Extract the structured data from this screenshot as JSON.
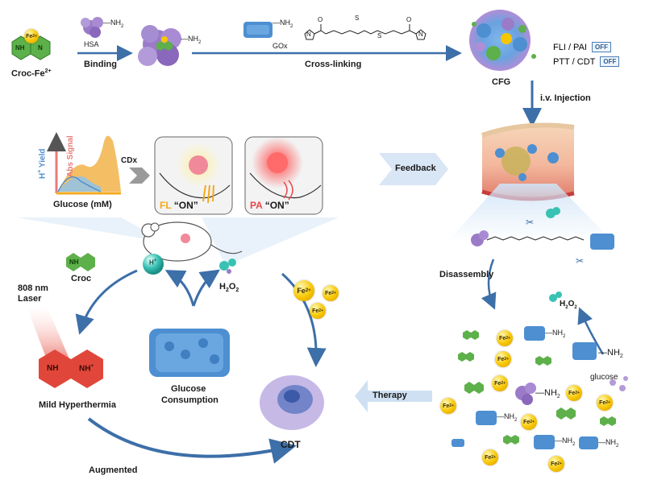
{
  "colors": {
    "hexagon_green": "#5db04a",
    "hexagon_red": "#e0473a",
    "protein_blue": "#4d8fd1",
    "protein_purple": "#9b7bc8",
    "fe_yellow": "#f7c600",
    "arrow_blue": "#3d6fa8",
    "fl_color": "#f2a91c",
    "pa_color": "#e8474a"
  },
  "top_row": {
    "croc_fe_label": "Croc-Fe",
    "croc_fe_sup": "2+",
    "fe_badge": "Fe",
    "fe_badge_sup": "2+",
    "nh_text": "NH",
    "n_text": "N",
    "hsa_label": "HSA",
    "nh2_text": "NH",
    "nh2_sub": "2",
    "binding_label": "Binding",
    "gox_label": "GOx",
    "crosslinking_label": "Cross-linking",
    "s_text": "S",
    "o_text": "O",
    "n_atom": "N",
    "cfg_label": "CFG"
  },
  "toggles": [
    {
      "label": "FLI / PAI",
      "state": "OFF"
    },
    {
      "label": "PTT / CDT",
      "state": "OFF"
    }
  ],
  "arrows": {
    "iv_injection": "i.v. Injection",
    "feedback": "Feedback",
    "therapy": "Therapy",
    "augmented": "Augmented",
    "disassembly": "Disassembly"
  },
  "graph_panel": {
    "y_left": "H",
    "y_left_sup": "+",
    "y_left_suffix": " Yield",
    "y_right": "Abs Signal",
    "x_label": "Glucose (mM)",
    "cdx": "CDx"
  },
  "imaging": {
    "fl_prefix": "FL",
    "fl_on": "“ON”",
    "pa_prefix": "PA",
    "pa_on": "“ON”"
  },
  "cycle": {
    "croc_label": "Croc",
    "h_plus": "H",
    "h_plus_sup": "+",
    "h2o2": "H",
    "h2o2_sub1": "2",
    "h2o2_o": "O",
    "h2o2_sub2": "2",
    "laser_808": "808 nm",
    "laser_word": "Laser",
    "nh_plus": "NH",
    "nh_plus_sup": "+",
    "mild_hyperthermia": "Mild Hyperthermia",
    "glucose_consumption_1": "Glucose",
    "glucose_consumption_2": "Consumption",
    "cdt": "CDT",
    "fe_text": "Fe",
    "fe_sup": "2+"
  },
  "right_side": {
    "h2o2": "H",
    "h2o2_sub1": "2",
    "h2o2_o": "O",
    "h2o2_sub2": "2",
    "glucose": "glucose",
    "nh2": "NH",
    "nh2_sub": "2"
  }
}
